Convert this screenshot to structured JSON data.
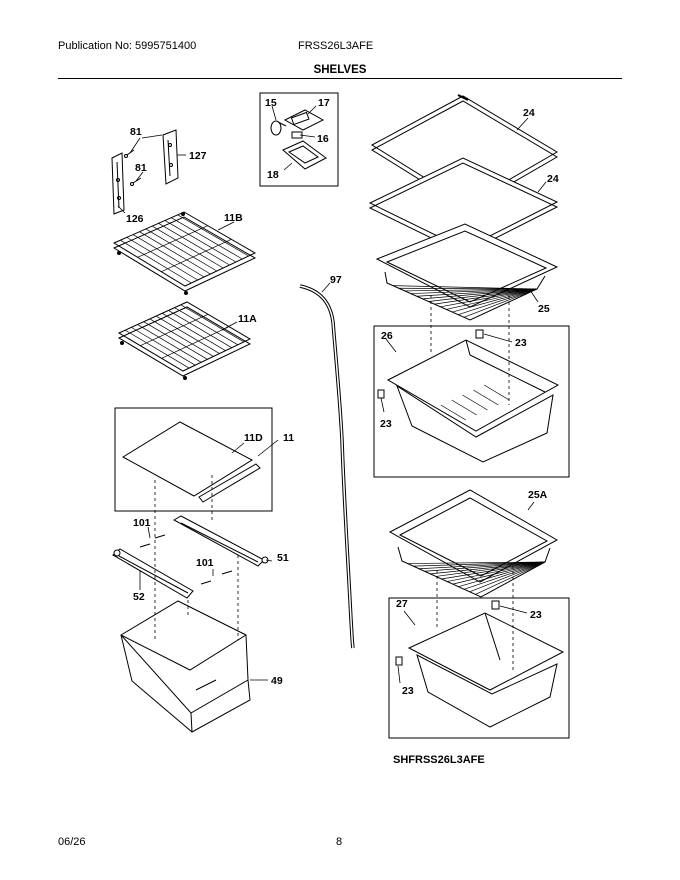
{
  "header": {
    "publication": "Publication No: 5995751400",
    "model": "FRSS26L3AFE"
  },
  "section_title": "SHELVES",
  "callouts": {
    "c81a": "81",
    "c81b": "81",
    "c127": "127",
    "c126": "126",
    "c11b": "11B",
    "c11a": "11A",
    "c15": "15",
    "c17": "17",
    "c16": "16",
    "c18": "18",
    "c97": "97",
    "c24a": "24",
    "c24b": "24",
    "c25": "25",
    "c26": "26",
    "c23a": "23",
    "c23b": "23",
    "c11d": "11D",
    "c11": "11",
    "c101a": "101",
    "c101b": "101",
    "c51": "51",
    "c52": "52",
    "c49": "49",
    "c25a": "25A",
    "c27": "27",
    "c23c": "23",
    "c23d": "23"
  },
  "diagram_code": "SHFRSS26L3AFE",
  "footer": {
    "date": "06/26",
    "page": "8"
  }
}
